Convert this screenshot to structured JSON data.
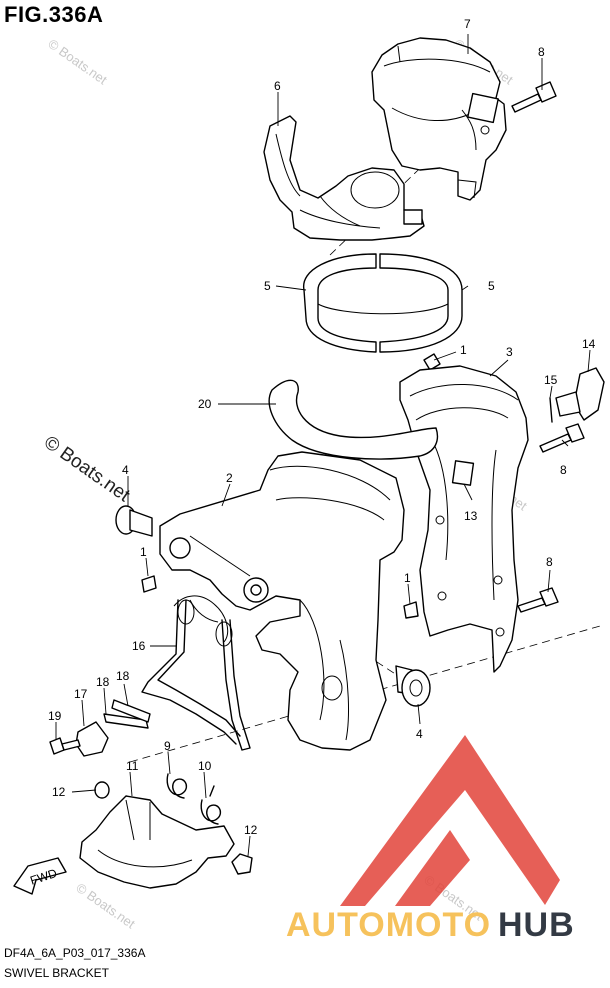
{
  "figure": {
    "title": "FIG.336A",
    "code": "DF4A_6A_P03_017_336A",
    "name": "SWIVEL BRACKET"
  },
  "watermarks": {
    "small": "© Boats.net",
    "large": "© Boats.net"
  },
  "logo": {
    "part_a": "AUTOMOTO",
    "part_b": "HUB",
    "color_a": "#f6c25c",
    "color_b": "#333a44",
    "triangle_color": "#e2433a"
  },
  "fwd_arrow": "FWD",
  "callouts": [
    {
      "id": "7",
      "label": "7"
    },
    {
      "id": "8a",
      "label": "8"
    },
    {
      "id": "6",
      "label": "6"
    },
    {
      "id": "5l",
      "label": "5"
    },
    {
      "id": "5r",
      "label": "5"
    },
    {
      "id": "1a",
      "label": "1"
    },
    {
      "id": "3",
      "label": "3"
    },
    {
      "id": "14",
      "label": "14"
    },
    {
      "id": "15",
      "label": "15"
    },
    {
      "id": "20",
      "label": "20"
    },
    {
      "id": "8b",
      "label": "8"
    },
    {
      "id": "4a",
      "label": "4"
    },
    {
      "id": "2",
      "label": "2"
    },
    {
      "id": "13",
      "label": "13"
    },
    {
      "id": "1b",
      "label": "1"
    },
    {
      "id": "1c",
      "label": "1"
    },
    {
      "id": "8c",
      "label": "8"
    },
    {
      "id": "16",
      "label": "16"
    },
    {
      "id": "18a",
      "label": "18"
    },
    {
      "id": "18b",
      "label": "18"
    },
    {
      "id": "17",
      "label": "17"
    },
    {
      "id": "19",
      "label": "19"
    },
    {
      "id": "4b",
      "label": "4"
    },
    {
      "id": "9",
      "label": "9"
    },
    {
      "id": "11",
      "label": "11"
    },
    {
      "id": "10",
      "label": "10"
    },
    {
      "id": "12a",
      "label": "12"
    },
    {
      "id": "12b",
      "label": "12"
    }
  ]
}
